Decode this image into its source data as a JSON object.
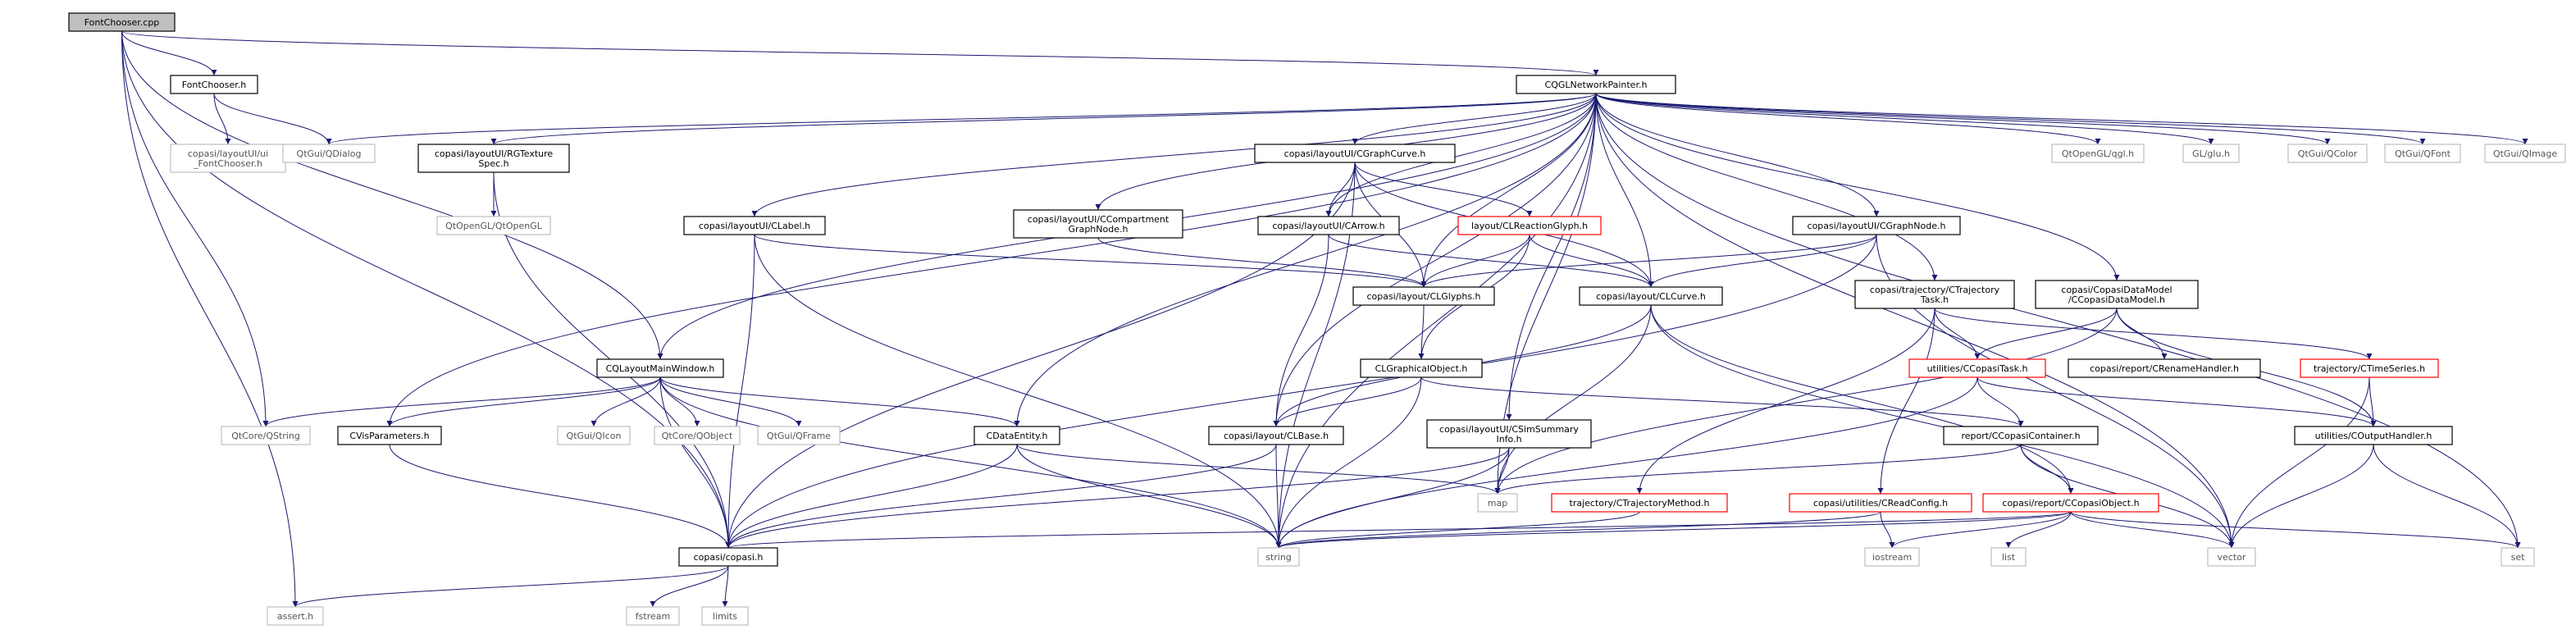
{
  "colors": {
    "root_fill": "#bfbfbf",
    "local_border": "#000000",
    "missing_border": "#ff0000",
    "system_border": "#bfbfbf",
    "edge": "#191970",
    "text": "#000000"
  },
  "nodes": [
    {
      "id": "root",
      "lines": [
        "FontChooser.cpp"
      ],
      "kind": "root"
    },
    {
      "id": "fontchooser_h",
      "lines": [
        "FontChooser.h"
      ],
      "kind": "local"
    },
    {
      "id": "cqglnetworkpainter",
      "lines": [
        "CQGLNetworkPainter.h"
      ],
      "kind": "local"
    },
    {
      "id": "ui_fontchooser",
      "lines": [
        "copasi/layoutUI/ui",
        "_FontChooser.h"
      ],
      "kind": "system"
    },
    {
      "id": "qdialog",
      "lines": [
        "QtGui/QDialog"
      ],
      "kind": "system"
    },
    {
      "id": "rgtexturespec",
      "lines": [
        "copasi/layoutUI/RGTexture",
        "Spec.h"
      ],
      "kind": "local"
    },
    {
      "id": "qtopengl",
      "lines": [
        "QtOpenGL/QtOpenGL"
      ],
      "kind": "system"
    },
    {
      "id": "cgraphcurve",
      "lines": [
        "copasi/layoutUI/CGraphCurve.h"
      ],
      "kind": "local"
    },
    {
      "id": "clabel",
      "lines": [
        "copasi/layoutUI/CLabel.h"
      ],
      "kind": "local"
    },
    {
      "id": "ccompartment",
      "lines": [
        "copasi/layoutUI/CCompartment",
        "GraphNode.h"
      ],
      "kind": "local"
    },
    {
      "id": "carrow",
      "lines": [
        "copasi/layoutUI/CArrow.h"
      ],
      "kind": "local"
    },
    {
      "id": "clreactionglyph",
      "lines": [
        "layout/CLReactionGlyph.h"
      ],
      "kind": "missing"
    },
    {
      "id": "cgraphnode",
      "lines": [
        "copasi/layoutUI/CGraphNode.h"
      ],
      "kind": "local"
    },
    {
      "id": "clglyphs",
      "lines": [
        "copasi/layout/CLGlyphs.h"
      ],
      "kind": "local"
    },
    {
      "id": "clcurve",
      "lines": [
        "copasi/layout/CLCurve.h"
      ],
      "kind": "local"
    },
    {
      "id": "ctrajectorytask",
      "lines": [
        "copasi/trajectory/CTrajectory",
        "Task.h"
      ],
      "kind": "local"
    },
    {
      "id": "ccopasidatamodel",
      "lines": [
        "copasi/CopasiDataModel",
        "/CCopasiDataModel.h"
      ],
      "kind": "local"
    },
    {
      "id": "qglh",
      "lines": [
        "QtOpenGL/qgl.h"
      ],
      "kind": "system"
    },
    {
      "id": "glu",
      "lines": [
        "GL/glu.h"
      ],
      "kind": "system"
    },
    {
      "id": "qcolor",
      "lines": [
        "QtGui/QColor"
      ],
      "kind": "system"
    },
    {
      "id": "qfont",
      "lines": [
        "QtGui/QFont"
      ],
      "kind": "system"
    },
    {
      "id": "qimage",
      "lines": [
        "QtGui/QImage"
      ],
      "kind": "system"
    },
    {
      "id": "clgraphicalobject",
      "lines": [
        "CLGraphicalObject.h"
      ],
      "kind": "local"
    },
    {
      "id": "ccopasitask",
      "lines": [
        "utilities/CCopasiTask.h"
      ],
      "kind": "missing"
    },
    {
      "id": "crenamehandler",
      "lines": [
        "copasi/report/CRenameHandler.h"
      ],
      "kind": "local"
    },
    {
      "id": "ctimeseries",
      "lines": [
        "trajectory/CTimeSeries.h"
      ],
      "kind": "missing"
    },
    {
      "id": "clayoutmainwindow",
      "lines": [
        "CQLayoutMainWindow.h"
      ],
      "kind": "local"
    },
    {
      "id": "qstring",
      "lines": [
        "QtCore/QString"
      ],
      "kind": "system"
    },
    {
      "id": "cvisparameters",
      "lines": [
        "CVisParameters.h"
      ],
      "kind": "local"
    },
    {
      "id": "qicon",
      "lines": [
        "QtGui/QIcon"
      ],
      "kind": "system"
    },
    {
      "id": "qobject",
      "lines": [
        "QtCore/QObject"
      ],
      "kind": "system"
    },
    {
      "id": "qframe",
      "lines": [
        "QtGui/QFrame"
      ],
      "kind": "system"
    },
    {
      "id": "cdataentity",
      "lines": [
        "CDataEntity.h"
      ],
      "kind": "local"
    },
    {
      "id": "clbase",
      "lines": [
        "copasi/layout/CLBase.h"
      ],
      "kind": "local"
    },
    {
      "id": "csimsummary",
      "lines": [
        "copasi/layoutUI/CSimSummary",
        "Info.h"
      ],
      "kind": "local"
    },
    {
      "id": "ccopasicontainer",
      "lines": [
        "report/CCopasiContainer.h"
      ],
      "kind": "local"
    },
    {
      "id": "coutputhandler",
      "lines": [
        "utilities/COutputHandler.h"
      ],
      "kind": "local"
    },
    {
      "id": "map",
      "lines": [
        "map"
      ],
      "kind": "system"
    },
    {
      "id": "ctrajectorymethod",
      "lines": [
        "trajectory/CTrajectoryMethod.h"
      ],
      "kind": "missing"
    },
    {
      "id": "creadconfig",
      "lines": [
        "copasi/utilities/CReadConfig.h"
      ],
      "kind": "missing"
    },
    {
      "id": "ccopasiobject",
      "lines": [
        "copasi/report/CCopasiObject.h"
      ],
      "kind": "missing"
    },
    {
      "id": "copasi_h",
      "lines": [
        "copasi/copasi.h"
      ],
      "kind": "local"
    },
    {
      "id": "string",
      "lines": [
        "string"
      ],
      "kind": "system"
    },
    {
      "id": "iostream",
      "lines": [
        "iostream"
      ],
      "kind": "system"
    },
    {
      "id": "list",
      "lines": [
        "list"
      ],
      "kind": "system"
    },
    {
      "id": "vector",
      "lines": [
        "vector"
      ],
      "kind": "system"
    },
    {
      "id": "set",
      "lines": [
        "set"
      ],
      "kind": "system"
    },
    {
      "id": "assert",
      "lines": [
        "assert.h"
      ],
      "kind": "system"
    },
    {
      "id": "fstream",
      "lines": [
        "fstream"
      ],
      "kind": "system"
    },
    {
      "id": "limits",
      "lines": [
        "limits"
      ],
      "kind": "system"
    }
  ],
  "edges": [
    [
      "root",
      "fontchooser_h"
    ],
    [
      "root",
      "cqglnetworkpainter"
    ],
    [
      "root",
      "clayoutmainwindow"
    ],
    [
      "root",
      "qstring"
    ],
    [
      "root",
      "copasi_h"
    ],
    [
      "root",
      "assert"
    ],
    [
      "fontchooser_h",
      "ui_fontchooser"
    ],
    [
      "fontchooser_h",
      "qdialog"
    ],
    [
      "cqglnetworkpainter",
      "qdialog"
    ],
    [
      "cqglnetworkpainter",
      "rgtexturespec"
    ],
    [
      "cqglnetworkpainter",
      "cgraphcurve"
    ],
    [
      "cqglnetworkpainter",
      "clabel"
    ],
    [
      "cqglnetworkpainter",
      "ccompartment"
    ],
    [
      "cqglnetworkpainter",
      "carrow"
    ],
    [
      "cqglnetworkpainter",
      "cgraphnode"
    ],
    [
      "cqglnetworkpainter",
      "clglyphs"
    ],
    [
      "cqglnetworkpainter",
      "clcurve"
    ],
    [
      "cqglnetworkpainter",
      "ctrajectorytask"
    ],
    [
      "cqglnetworkpainter",
      "ccopasidatamodel"
    ],
    [
      "cqglnetworkpainter",
      "qglh"
    ],
    [
      "cqglnetworkpainter",
      "glu"
    ],
    [
      "cqglnetworkpainter",
      "qcolor"
    ],
    [
      "cqglnetworkpainter",
      "qfont"
    ],
    [
      "cqglnetworkpainter",
      "qimage"
    ],
    [
      "cqglnetworkpainter",
      "clayoutmainwindow"
    ],
    [
      "cqglnetworkpainter",
      "cvisparameters"
    ],
    [
      "cqglnetworkpainter",
      "cdataentity"
    ],
    [
      "cqglnetworkpainter",
      "clbase"
    ],
    [
      "cqglnetworkpainter",
      "csimsummary"
    ],
    [
      "cqglnetworkpainter",
      "map"
    ],
    [
      "cqglnetworkpainter",
      "string"
    ],
    [
      "cqglnetworkpainter",
      "vector"
    ],
    [
      "cqglnetworkpainter",
      "set"
    ],
    [
      "rgtexturespec",
      "qtopengl"
    ],
    [
      "rgtexturespec",
      "copasi_h"
    ],
    [
      "cgraphcurve",
      "carrow"
    ],
    [
      "cgraphcurve",
      "clreactionglyph"
    ],
    [
      "cgraphcurve",
      "clglyphs"
    ],
    [
      "cgraphcurve",
      "clcurve"
    ],
    [
      "cgraphcurve",
      "copasi_h"
    ],
    [
      "cgraphcurve",
      "string"
    ],
    [
      "clabel",
      "clglyphs"
    ],
    [
      "clabel",
      "copasi_h"
    ],
    [
      "clabel",
      "string"
    ],
    [
      "ccompartment",
      "clglyphs"
    ],
    [
      "carrow",
      "clcurve"
    ],
    [
      "carrow",
      "clbase"
    ],
    [
      "clreactionglyph",
      "clglyphs"
    ],
    [
      "clreactionglyph",
      "clcurve"
    ],
    [
      "clreactionglyph",
      "clgraphicalobject"
    ],
    [
      "cgraphnode",
      "clglyphs"
    ],
    [
      "cgraphnode",
      "clcurve"
    ],
    [
      "cgraphnode",
      "copasi_h"
    ],
    [
      "cgraphnode",
      "vector"
    ],
    [
      "clglyphs",
      "clgraphicalobject"
    ],
    [
      "clcurve",
      "clbase"
    ],
    [
      "clcurve",
      "map"
    ],
    [
      "clcurve",
      "ccopasiobject"
    ],
    [
      "clcurve",
      "vector"
    ],
    [
      "ctrajectorytask",
      "ccopasitask"
    ],
    [
      "ctrajectorytask",
      "ctrajectorymethod"
    ],
    [
      "ctrajectorytask",
      "creadconfig"
    ],
    [
      "ctrajectorytask",
      "ctimeseries"
    ],
    [
      "ccopasidatamodel",
      "ccopasitask"
    ],
    [
      "ccopasidatamodel",
      "crenamehandler"
    ],
    [
      "ccopasidatamodel",
      "map"
    ],
    [
      "ccopasidatamodel",
      "coutputhandler"
    ],
    [
      "clgraphicalobject",
      "clbase"
    ],
    [
      "clgraphicalobject",
      "ccopasicontainer"
    ],
    [
      "clgraphicalobject",
      "string"
    ],
    [
      "ccopasitask",
      "ccopasicontainer"
    ],
    [
      "ccopasitask",
      "coutputhandler"
    ],
    [
      "ccopasitask",
      "string"
    ],
    [
      "ctimeseries",
      "coutputhandler"
    ],
    [
      "ctimeseries",
      "vector"
    ],
    [
      "clayoutmainwindow",
      "qstring"
    ],
    [
      "clayoutmainwindow",
      "cvisparameters"
    ],
    [
      "clayoutmainwindow",
      "qicon"
    ],
    [
      "clayoutmainwindow",
      "qobject"
    ],
    [
      "clayoutmainwindow",
      "qframe"
    ],
    [
      "clayoutmainwindow",
      "cdataentity"
    ],
    [
      "clayoutmainwindow",
      "copasi_h"
    ],
    [
      "clayoutmainwindow",
      "string"
    ],
    [
      "cvisparameters",
      "copasi_h"
    ],
    [
      "cdataentity",
      "copasi_h"
    ],
    [
      "cdataentity",
      "map"
    ],
    [
      "cdataentity",
      "string"
    ],
    [
      "clbase",
      "copasi_h"
    ],
    [
      "clbase",
      "string"
    ],
    [
      "csimsummary",
      "map"
    ],
    [
      "csimsummary",
      "copasi_h"
    ],
    [
      "csimsummary",
      "string"
    ],
    [
      "ccopasicontainer",
      "map"
    ],
    [
      "ccopasicontainer",
      "ccopasiobject"
    ],
    [
      "ccopasicontainer",
      "vector"
    ],
    [
      "coutputhandler",
      "vector"
    ],
    [
      "coutputhandler",
      "set"
    ],
    [
      "ctrajectorymethod",
      "string"
    ],
    [
      "creadconfig",
      "iostream"
    ],
    [
      "creadconfig",
      "string"
    ],
    [
      "ccopasiobject",
      "copasi_h"
    ],
    [
      "ccopasiobject",
      "string"
    ],
    [
      "ccopasiobject",
      "iostream"
    ],
    [
      "ccopasiobject",
      "list"
    ],
    [
      "ccopasiobject",
      "vector"
    ],
    [
      "ccopasiobject",
      "set"
    ],
    [
      "copasi_h",
      "assert"
    ],
    [
      "copasi_h",
      "fstream"
    ],
    [
      "copasi_h",
      "limits"
    ]
  ]
}
